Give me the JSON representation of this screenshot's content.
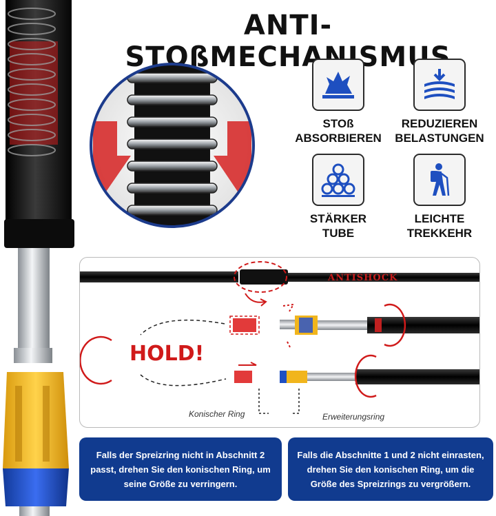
{
  "title": "ANTI-STOßMECHANISMUS",
  "features": [
    {
      "icon": "impact-burst-icon",
      "label_line1": "STOß",
      "label_line2": "ABSORBIEREN"
    },
    {
      "icon": "pressure-reduce-icon",
      "label_line1": "REDUZIEREN",
      "label_line2": "BELASTUNGEN"
    },
    {
      "icon": "stacked-tubes-icon",
      "label_line1": "STÄRKER",
      "label_line2": "TUBE"
    },
    {
      "icon": "hiker-icon",
      "label_line1": "LEICHTE",
      "label_line2": "TREKKEHR"
    }
  ],
  "diagram": {
    "brand_label": "ANTISHOCK",
    "hold_label": "HOLD!",
    "cone_ring_label": "Konischer Ring",
    "expansion_ring_label": "Erweiterungsring"
  },
  "info_boxes": [
    "Falls der Spreizring nicht in Abschnitt 2 passt, drehen Sie den konischen Ring, um seine Größe zu verringern.",
    "Falls die Abschnitte 1 und 2 nicht einrasten, drehen Sie den konischen Ring, um die Größe des Spreizrings zu vergrößern."
  ],
  "colors": {
    "accent_red": "#d01a1a",
    "info_blue": "#113b8f",
    "ring_yellow": "#f1b51c",
    "ring_blue": "#1f4fc2"
  }
}
